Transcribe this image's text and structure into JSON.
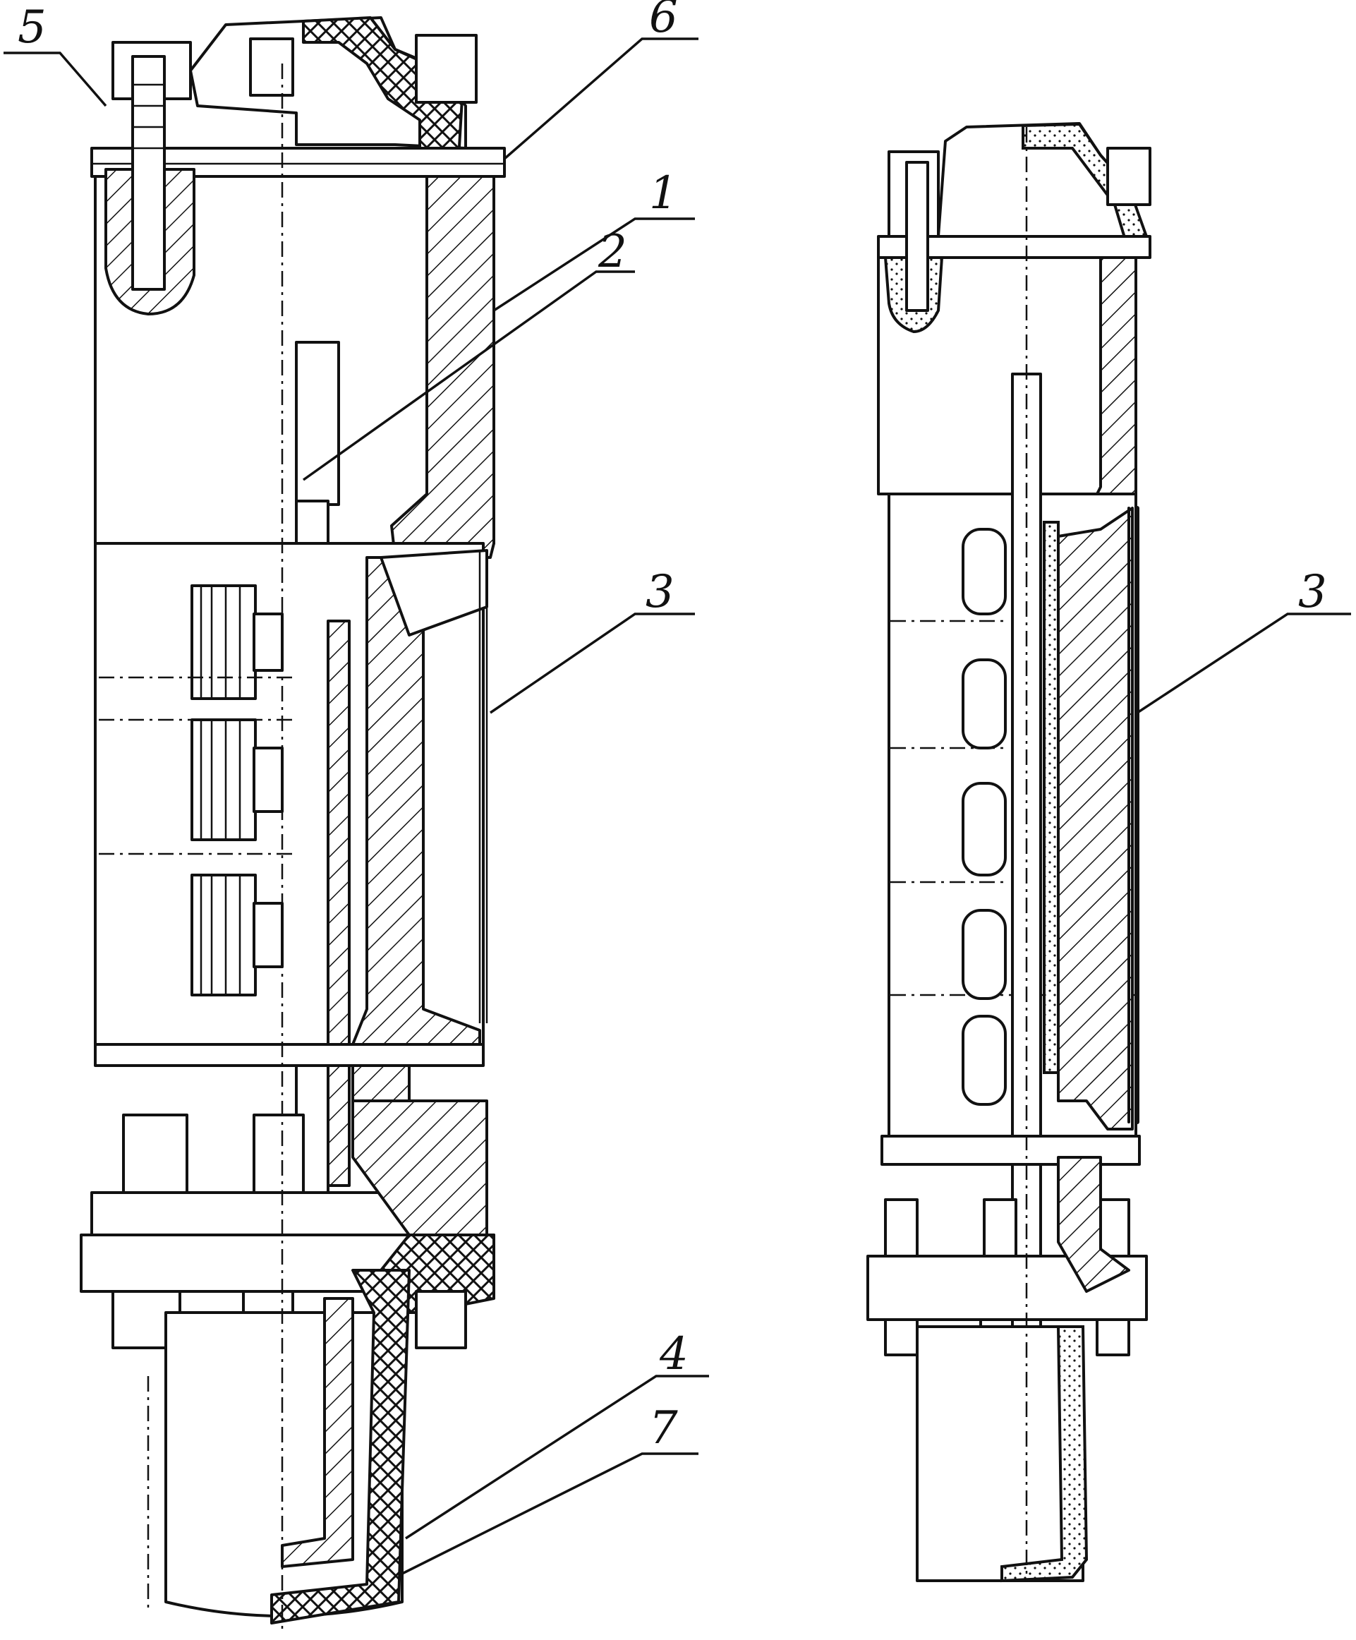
{
  "callouts": {
    "left": {
      "n1": "1",
      "n2": "2",
      "n3": "3",
      "n4": "4",
      "n5": "5",
      "n6": "6",
      "n7": "7"
    },
    "right": {
      "n3": "3"
    }
  }
}
